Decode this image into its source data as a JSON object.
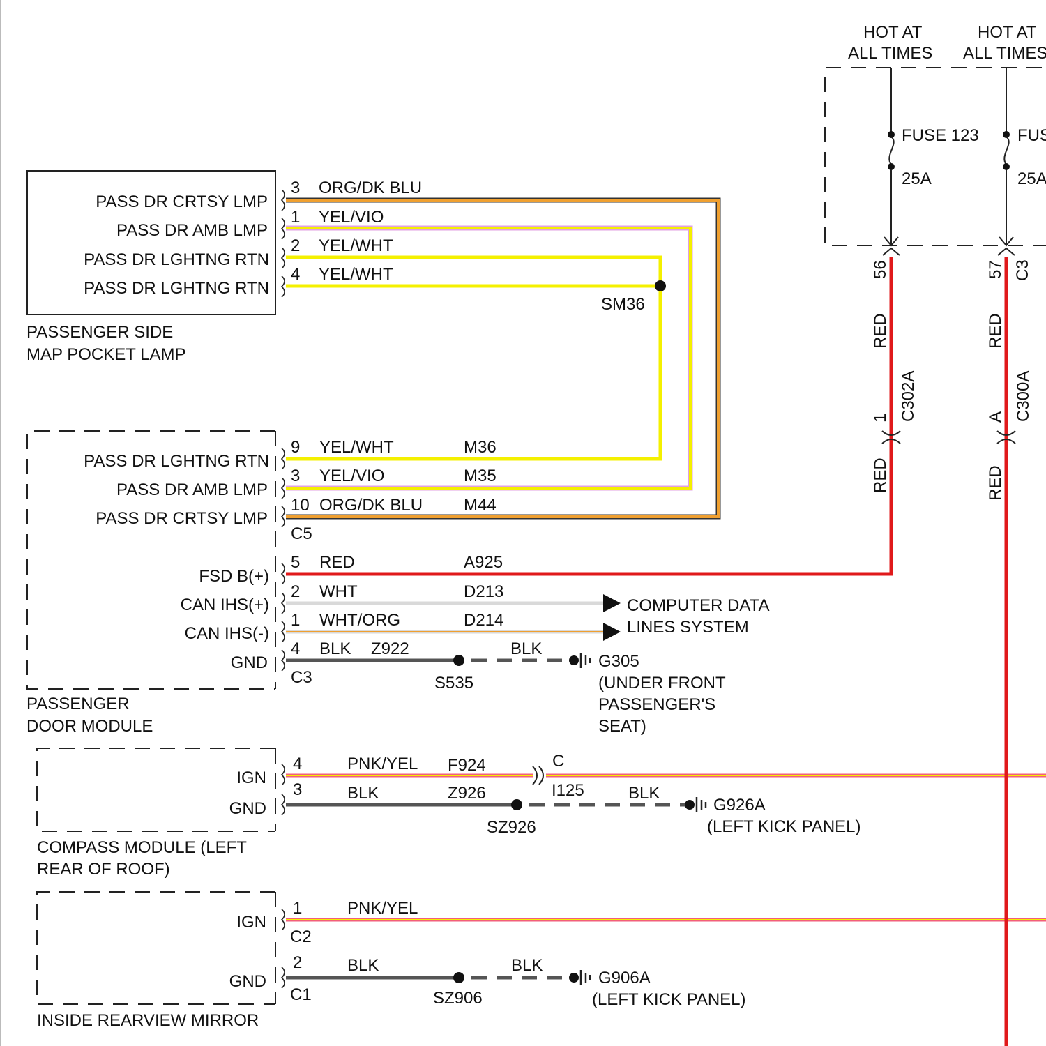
{
  "colors": {
    "red": "#e0191b",
    "yellow": "#f4f000",
    "orange": "#f0a030",
    "pink": "#f25f7a",
    "violet": "#e0a0e0",
    "gray": "#555555",
    "white_wire": "#d9d9d9"
  },
  "top": {
    "hot1": [
      "HOT AT",
      "ALL TIMES"
    ],
    "hot2": [
      "HOT AT",
      "ALL TIMES"
    ],
    "fuse1": {
      "name": "FUSE 123",
      "rating": "25A",
      "pin": "56",
      "conn": "C3"
    },
    "fuse2": {
      "name": "FUSE",
      "rating": "25A",
      "pin": "57",
      "conn": "C3"
    }
  },
  "vertical": {
    "left": {
      "wire_color_top": "RED",
      "conn": "C302A",
      "pin": "1",
      "wire_color_bottom": "RED"
    },
    "right": {
      "wire_color_top": "RED",
      "conn": "C300A",
      "pin": "A",
      "wire_color_bottom": "RED"
    }
  },
  "lamp": {
    "title": [
      "PASSENGER SIDE",
      "MAP POCKET LAMP"
    ],
    "pins": [
      {
        "label": "PASS DR CRTSY LMP",
        "pin": "3",
        "color": "ORG/DK BLU"
      },
      {
        "label": "PASS DR AMB LMP",
        "pin": "1",
        "color": "YEL/VIO"
      },
      {
        "label": "PASS DR LGHTNG RTN",
        "pin": "2",
        "color": "YEL/WHT"
      },
      {
        "label": "PASS DR LGHTNG RTN",
        "pin": "4",
        "color": "YEL/WHT"
      }
    ],
    "splice": "SM36"
  },
  "door": {
    "title": [
      "PASSENGER",
      "DOOR MODULE"
    ],
    "c5": [
      {
        "label": "PASS DR LGHTNG RTN",
        "pin": "9",
        "color": "YEL/WHT",
        "circuit": "M36"
      },
      {
        "label": "PASS DR AMB LMP",
        "pin": "3",
        "color": "YEL/VIO",
        "circuit": "M35"
      },
      {
        "label": "PASS DR CRTSY LMP",
        "pin": "10",
        "color": "ORG/DK BLU",
        "circuit": "M44"
      }
    ],
    "c5_name": "C5",
    "c3": [
      {
        "label": "FSD B(+)",
        "pin": "5",
        "color": "RED",
        "circuit": "A925"
      },
      {
        "label": "CAN IHS(+)",
        "pin": "2",
        "color": "WHT",
        "circuit": "D213"
      },
      {
        "label": "CAN IHS(-)",
        "pin": "1",
        "color": "WHT/ORG",
        "circuit": "D214"
      },
      {
        "label": "GND",
        "pin": "4",
        "color": "BLK",
        "circuit": "Z922"
      }
    ],
    "c3_name": "C3",
    "data_lines": [
      "COMPUTER DATA",
      "LINES SYSTEM"
    ],
    "splice": "S535",
    "gnd_color": "BLK",
    "ground": [
      "G305",
      "(UNDER FRONT",
      "PASSENGER'S",
      "SEAT)"
    ]
  },
  "compass": {
    "title": [
      "COMPASS MODULE (LEFT",
      "REAR OF ROOF)"
    ],
    "ign": {
      "label": "IGN",
      "pin": "4",
      "color": "PNK/YEL",
      "circuit": "F924"
    },
    "gnd": {
      "label": "GND",
      "pin": "3",
      "color": "BLK",
      "circuit": "Z926"
    },
    "inline_conn": {
      "pin": "C",
      "name": "I125"
    },
    "splice": "SZ926",
    "gnd_color": "BLK",
    "ground": [
      "G926A",
      "(LEFT KICK PANEL)"
    ]
  },
  "mirror": {
    "title": "INSIDE REARVIEW MIRROR",
    "ign": {
      "label": "IGN",
      "pin": "1",
      "color": "PNK/YEL",
      "conn": "C2"
    },
    "gnd": {
      "label": "GND",
      "pin": "2",
      "color": "BLK",
      "conn": "C1"
    },
    "splice": "SZ906",
    "gnd_color": "BLK",
    "ground": [
      "G906A",
      "(LEFT KICK PANEL)"
    ]
  }
}
